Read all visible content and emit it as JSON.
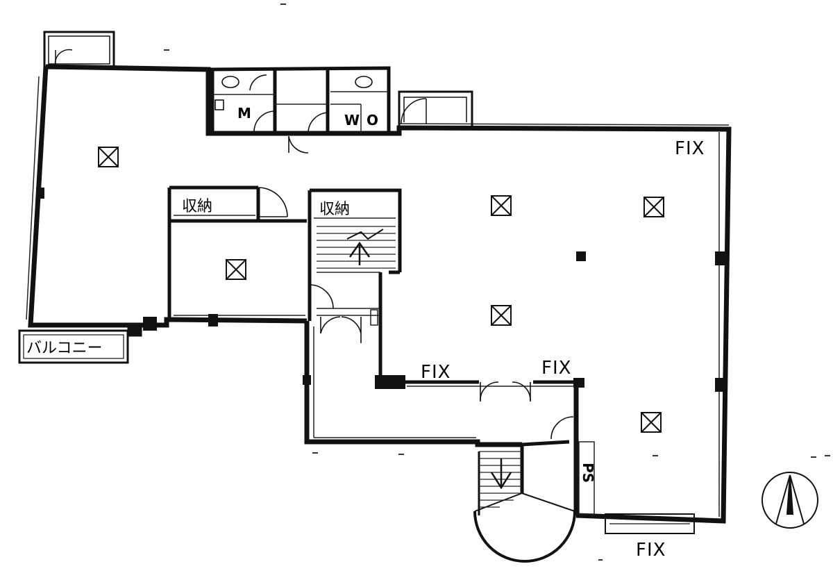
{
  "labels": {
    "fix_top_right": "FIX",
    "fix_mid_left": "FIX",
    "fix_mid_right": "FIX",
    "fix_bottom": "FIX",
    "storage_left": "収納",
    "storage_right": "収納",
    "balcony": "バルコニー",
    "toilet_m": "M",
    "toilet_w": "W",
    "toilet_o": "O",
    "pipe_space": "PS"
  },
  "symbols": {
    "ceiling_light": "ceiling-light-icon",
    "north_arrow": "north-arrow-icon",
    "stair_up": "stair-up-arrow-icon",
    "stair_down": "stair-down-arrow-icon"
  },
  "colors": {
    "wall": "#111111",
    "line": "#222222",
    "background": "#ffffff"
  }
}
